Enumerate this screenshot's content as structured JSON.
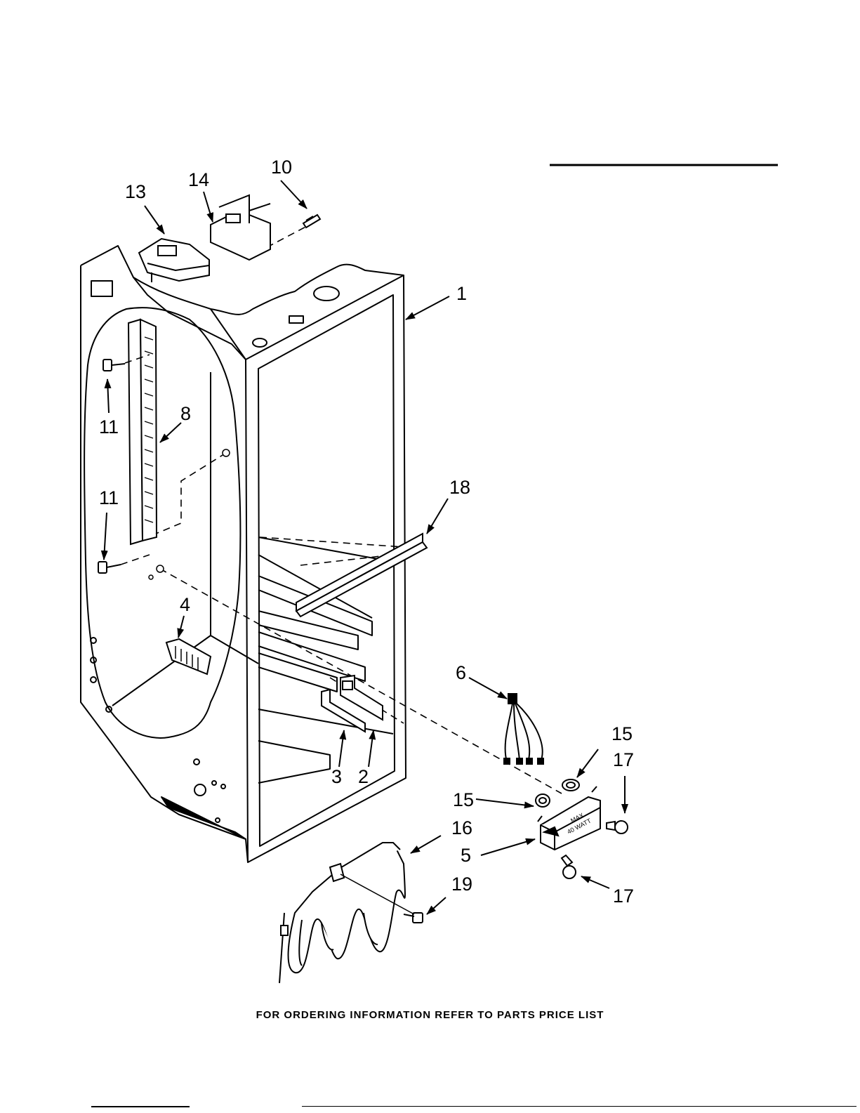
{
  "diagram": {
    "header_rule": true,
    "callouts": [
      {
        "id": "c1",
        "label": "1"
      },
      {
        "id": "c2",
        "label": "2"
      },
      {
        "id": "c3",
        "label": "3"
      },
      {
        "id": "c4",
        "label": "4"
      },
      {
        "id": "c5",
        "label": "5"
      },
      {
        "id": "c6",
        "label": "6"
      },
      {
        "id": "c8",
        "label": "8"
      },
      {
        "id": "c10",
        "label": "10"
      },
      {
        "id": "c11a",
        "label": "11"
      },
      {
        "id": "c11b",
        "label": "11"
      },
      {
        "id": "c13",
        "label": "13"
      },
      {
        "id": "c14",
        "label": "14"
      },
      {
        "id": "c15a",
        "label": "15"
      },
      {
        "id": "c15b",
        "label": "15"
      },
      {
        "id": "c16",
        "label": "16"
      },
      {
        "id": "c17a",
        "label": "17"
      },
      {
        "id": "c17b",
        "label": "17"
      },
      {
        "id": "c18",
        "label": "18"
      },
      {
        "id": "c19",
        "label": "19"
      }
    ],
    "lamp_housing_text": [
      "MAX",
      "40 WATT"
    ]
  },
  "footer": {
    "text": "FOR ORDERING INFORMATION REFER TO PARTS PRICE LIST"
  }
}
